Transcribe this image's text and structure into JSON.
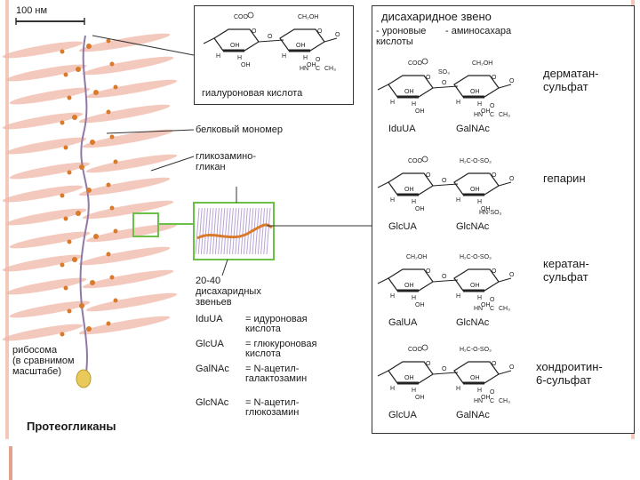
{
  "scale_bar": "100 нм",
  "hyaluronic": {
    "title": "гиалуроновая кислота"
  },
  "labels": {
    "protein_monomer": "белковый мономер",
    "gag": "гликозамино-\nгликан",
    "chain_length": "20-40\nдисахаридных\nзвеньев",
    "ribosome": "рибосома\n(в сравнимом\nмасштабе)",
    "figure_title": "Протеогликаны"
  },
  "abbrev_legend": [
    {
      "abbr": "IduUA",
      "meaning": "= идуроновая\nкислота"
    },
    {
      "abbr": "GlcUA",
      "meaning": "= глюкуроновая\nкислота"
    },
    {
      "abbr": "GalNAc",
      "meaning": "= N-ацетил-\nгалактозамин"
    },
    {
      "abbr": "GlcNAc",
      "meaning": "= N-ацетил-\nглюкозамин"
    }
  ],
  "disaccharide_panel": {
    "header": "дисахаридное звено",
    "sub_left": "- уроновые\nкислоты",
    "sub_right": "- аминосахара",
    "rows": [
      {
        "name": "дерматан-\nсульфат",
        "left": "IduUA",
        "right": "GalNAc"
      },
      {
        "name": "гепарин",
        "left": "GlcUA",
        "right": "GlcNAc"
      },
      {
        "name": "кератан-\nсульфат",
        "left": "GalUA",
        "right": "GlcNAc"
      },
      {
        "name": "хондроитин-\n6-сульфат",
        "left": "GlcUA",
        "right": "GalNAc"
      }
    ]
  },
  "chem": {
    "coo": "COO",
    "ch2oh": "CH₂OH",
    "h": "H",
    "oh": "OH",
    "o": "O",
    "hn": "HN",
    "c": "C",
    "ch3": "CH₃",
    "so3": "SO₃",
    "ch2oso3": "H₂C-O-SO₃",
    "hnso3": "HN-SO₃"
  },
  "colors": {
    "accent_green": "#6cc04a",
    "protein_orange": "#d97a2b",
    "gag_pink": "#f0b7a7",
    "chain_purple": "#b9a3d6"
  }
}
